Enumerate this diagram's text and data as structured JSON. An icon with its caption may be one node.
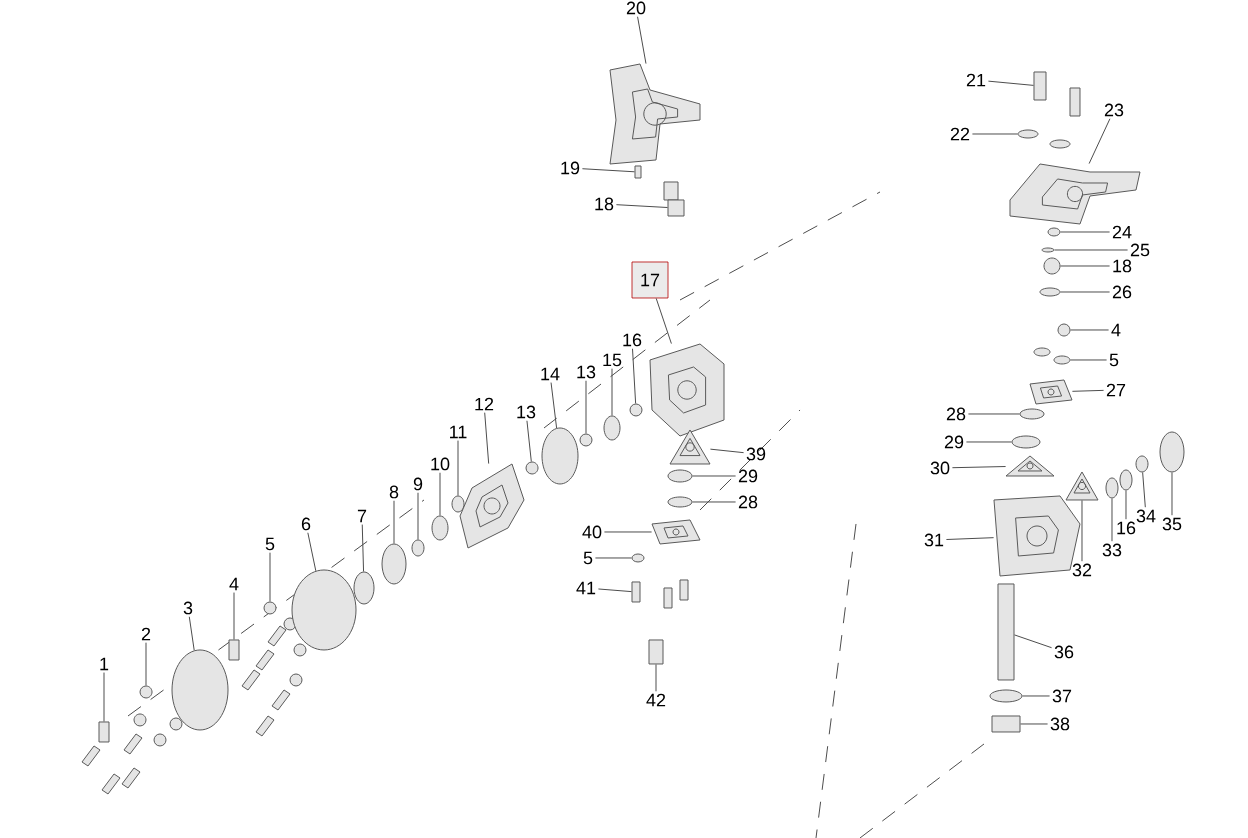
{
  "diagram": {
    "nodes": [
      {
        "text": [
          "1"
        ]
      },
      {
        "text": [
          "2"
        ]
      },
      {
        "text": [
          "3"
        ]
      },
      {
        "text": [
          "4"
        ]
      },
      {
        "text": [
          "5"
        ]
      },
      {
        "text": [
          "6"
        ]
      },
      {
        "text": [
          "7"
        ]
      },
      {
        "text": [
          "8"
        ]
      },
      {
        "text": [
          "9"
        ]
      },
      {
        "text": [
          "10"
        ]
      },
      {
        "text": [
          "11"
        ]
      },
      {
        "text": [
          "12"
        ]
      },
      {
        "text": [
          "13"
        ]
      },
      {
        "text": [
          "14"
        ]
      },
      {
        "text": [
          "13"
        ]
      },
      {
        "text": [
          "15"
        ]
      },
      {
        "text": [
          "16"
        ]
      },
      {
        "text": [
          "17"
        ]
      },
      {
        "text": [
          "18"
        ]
      },
      {
        "text": [
          "19"
        ]
      },
      {
        "text": [
          "20"
        ]
      },
      {
        "text": [
          "21"
        ]
      },
      {
        "text": [
          "22"
        ]
      },
      {
        "text": [
          "23"
        ]
      },
      {
        "text": [
          "24"
        ]
      },
      {
        "text": [
          "25"
        ]
      },
      {
        "text": [
          "18"
        ]
      },
      {
        "text": [
          "26"
        ]
      },
      {
        "text": [
          "4"
        ]
      },
      {
        "text": [
          "5"
        ]
      },
      {
        "text": [
          "27"
        ]
      },
      {
        "text": [
          "28"
        ]
      },
      {
        "text": [
          "29"
        ]
      },
      {
        "text": [
          "30"
        ]
      },
      {
        "text": [
          "31"
        ]
      },
      {
        "text": [
          "32"
        ]
      },
      {
        "text": [
          "33"
        ]
      },
      {
        "text": [
          "16"
        ]
      },
      {
        "text": [
          "34"
        ]
      },
      {
        "text": [
          "35"
        ]
      },
      {
        "text": [
          "36"
        ]
      },
      {
        "text": [
          "37"
        ]
      },
      {
        "text": [
          "38"
        ]
      },
      {
        "text": [
          "39"
        ]
      },
      {
        "text": [
          "29"
        ]
      },
      {
        "text": [
          "28"
        ]
      },
      {
        "text": [
          "40"
        ]
      },
      {
        "text": [
          "5"
        ]
      },
      {
        "text": [
          "41"
        ]
      },
      {
        "text": [
          "42"
        ]
      },
      {
        "text": [],
        "shape": "box"
      },
      {
        "text": [],
        "shape": "circle"
      },
      {
        "text": [],
        "shape": "circle"
      },
      {
        "text": [],
        "shape": "box"
      },
      {
        "text": [],
        "shape": "circle"
      },
      {
        "text": [],
        "shape": "circle"
      },
      {
        "text": [],
        "shape": "circle"
      },
      {
        "text": [],
        "shape": "circle"
      },
      {
        "text": [],
        "shape": "circle"
      },
      {
        "text": [],
        "shape": "circle"
      },
      {
        "text": [],
        "shape": "circle"
      },
      {
        "text": [],
        "shape": "picture"
      },
      {
        "text": [],
        "shape": "circle"
      },
      {
        "text": [],
        "shape": "circle"
      },
      {
        "text": [],
        "shape": "circle"
      },
      {
        "text": [],
        "shape": "circle"
      },
      {
        "text": [],
        "shape": "circle"
      },
      {
        "text": [],
        "shape": "picture"
      },
      {
        "text": [],
        "shape": "box"
      },
      {
        "text": [],
        "shape": "box"
      },
      {
        "text": [],
        "shape": "picture"
      },
      {
        "text": [],
        "shape": "box"
      },
      {
        "text": [],
        "shape": "circle"
      },
      {
        "text": [],
        "shape": "picture"
      },
      {
        "text": [],
        "shape": "circle"
      },
      {
        "text": [],
        "shape": "circle"
      },
      {
        "text": [],
        "shape": "circle"
      },
      {
        "text": [],
        "shape": "circle"
      },
      {
        "text": [],
        "shape": "circle"
      },
      {
        "text": [],
        "shape": "circle"
      },
      {
        "text": [],
        "shape": "picture"
      },
      {
        "text": [],
        "shape": "circle"
      },
      {
        "text": [],
        "shape": "circle"
      },
      {
        "text": [],
        "shape": "picture"
      },
      {
        "text": [],
        "shape": "picture"
      },
      {
        "text": [],
        "shape": "picture"
      },
      {
        "text": [],
        "shape": "circle"
      },
      {
        "text": [],
        "shape": "circle"
      },
      {
        "text": [],
        "shape": "circle"
      },
      {
        "text": [],
        "shape": "circle"
      },
      {
        "text": [],
        "shape": "box"
      },
      {
        "text": [],
        "shape": "circle"
      },
      {
        "text": [],
        "shape": "box"
      },
      {
        "text": [],
        "shape": "picture"
      },
      {
        "text": [],
        "shape": "circle"
      },
      {
        "text": [],
        "shape": "circle"
      },
      {
        "text": [],
        "shape": "picture"
      },
      {
        "text": [],
        "shape": "circle"
      },
      {
        "text": [],
        "shape": "box"
      },
      {
        "text": [],
        "shape": "box"
      }
    ],
    "edges": [
      {
        "from": 0,
        "to": 50,
        "arrow": "none"
      },
      {
        "from": 1,
        "to": 51,
        "arrow": "none"
      },
      {
        "from": 2,
        "to": 52,
        "arrow": "none"
      },
      {
        "from": 3,
        "to": 53,
        "arrow": "none"
      },
      {
        "from": 4,
        "to": 54,
        "arrow": "none"
      },
      {
        "from": 5,
        "to": 55,
        "arrow": "none"
      },
      {
        "from": 6,
        "to": 56,
        "arrow": "none"
      },
      {
        "from": 7,
        "to": 57,
        "arrow": "none"
      },
      {
        "from": 8,
        "to": 58,
        "arrow": "none"
      },
      {
        "from": 9,
        "to": 59,
        "arrow": "none"
      },
      {
        "from": 10,
        "to": 60,
        "arrow": "none"
      },
      {
        "from": 11,
        "to": 61,
        "arrow": "none"
      },
      {
        "from": 12,
        "to": 62,
        "arrow": "none"
      },
      {
        "from": 13,
        "to": 63,
        "arrow": "none"
      },
      {
        "from": 14,
        "to": 64,
        "arrow": "none"
      },
      {
        "from": 15,
        "to": 65,
        "arrow": "none"
      },
      {
        "from": 16,
        "to": 66,
        "arrow": "none"
      },
      {
        "from": 17,
        "to": 67,
        "arrow": "none"
      },
      {
        "from": 18,
        "to": 68,
        "arrow": "none"
      },
      {
        "from": 19,
        "to": 69,
        "arrow": "none"
      },
      {
        "from": 20,
        "to": 70,
        "arrow": "none"
      },
      {
        "from": 21,
        "to": 71,
        "arrow": "none"
      },
      {
        "from": 22,
        "to": 72,
        "arrow": "none"
      },
      {
        "from": 23,
        "to": 73,
        "arrow": "none"
      },
      {
        "from": 24,
        "to": 74,
        "arrow": "none"
      },
      {
        "from": 25,
        "to": 75,
        "arrow": "none"
      },
      {
        "from": 26,
        "to": 76,
        "arrow": "none"
      },
      {
        "from": 27,
        "to": 77,
        "arrow": "none"
      },
      {
        "from": 28,
        "to": 78,
        "arrow": "none"
      },
      {
        "from": 29,
        "to": 79,
        "arrow": "none"
      },
      {
        "from": 30,
        "to": 80,
        "arrow": "none"
      },
      {
        "from": 31,
        "to": 81,
        "arrow": "none"
      },
      {
        "from": 32,
        "to": 82,
        "arrow": "none"
      },
      {
        "from": 33,
        "to": 83,
        "arrow": "none"
      },
      {
        "from": 34,
        "to": 84,
        "arrow": "none"
      },
      {
        "from": 35,
        "to": 85,
        "arrow": "none"
      },
      {
        "from": 36,
        "to": 86,
        "arrow": "none"
      },
      {
        "from": 37,
        "to": 87,
        "arrow": "none"
      },
      {
        "from": 38,
        "to": 88,
        "arrow": "none"
      },
      {
        "from": 39,
        "to": 89,
        "arrow": "none"
      },
      {
        "from": 40,
        "to": 90,
        "arrow": "none"
      },
      {
        "from": 41,
        "to": 91,
        "arrow": "none"
      },
      {
        "from": 42,
        "to": 92,
        "arrow": "none"
      },
      {
        "from": 43,
        "to": 93,
        "arrow": "none"
      },
      {
        "from": 44,
        "to": 94,
        "arrow": "none"
      },
      {
        "from": 45,
        "to": 95,
        "arrow": "none"
      },
      {
        "from": 46,
        "to": 96,
        "arrow": "none"
      },
      {
        "from": 47,
        "to": 97,
        "arrow": "none"
      },
      {
        "from": 48,
        "to": 98,
        "arrow": "none"
      },
      {
        "from": 49,
        "to": 99,
        "arrow": "none"
      }
    ]
  }
}
